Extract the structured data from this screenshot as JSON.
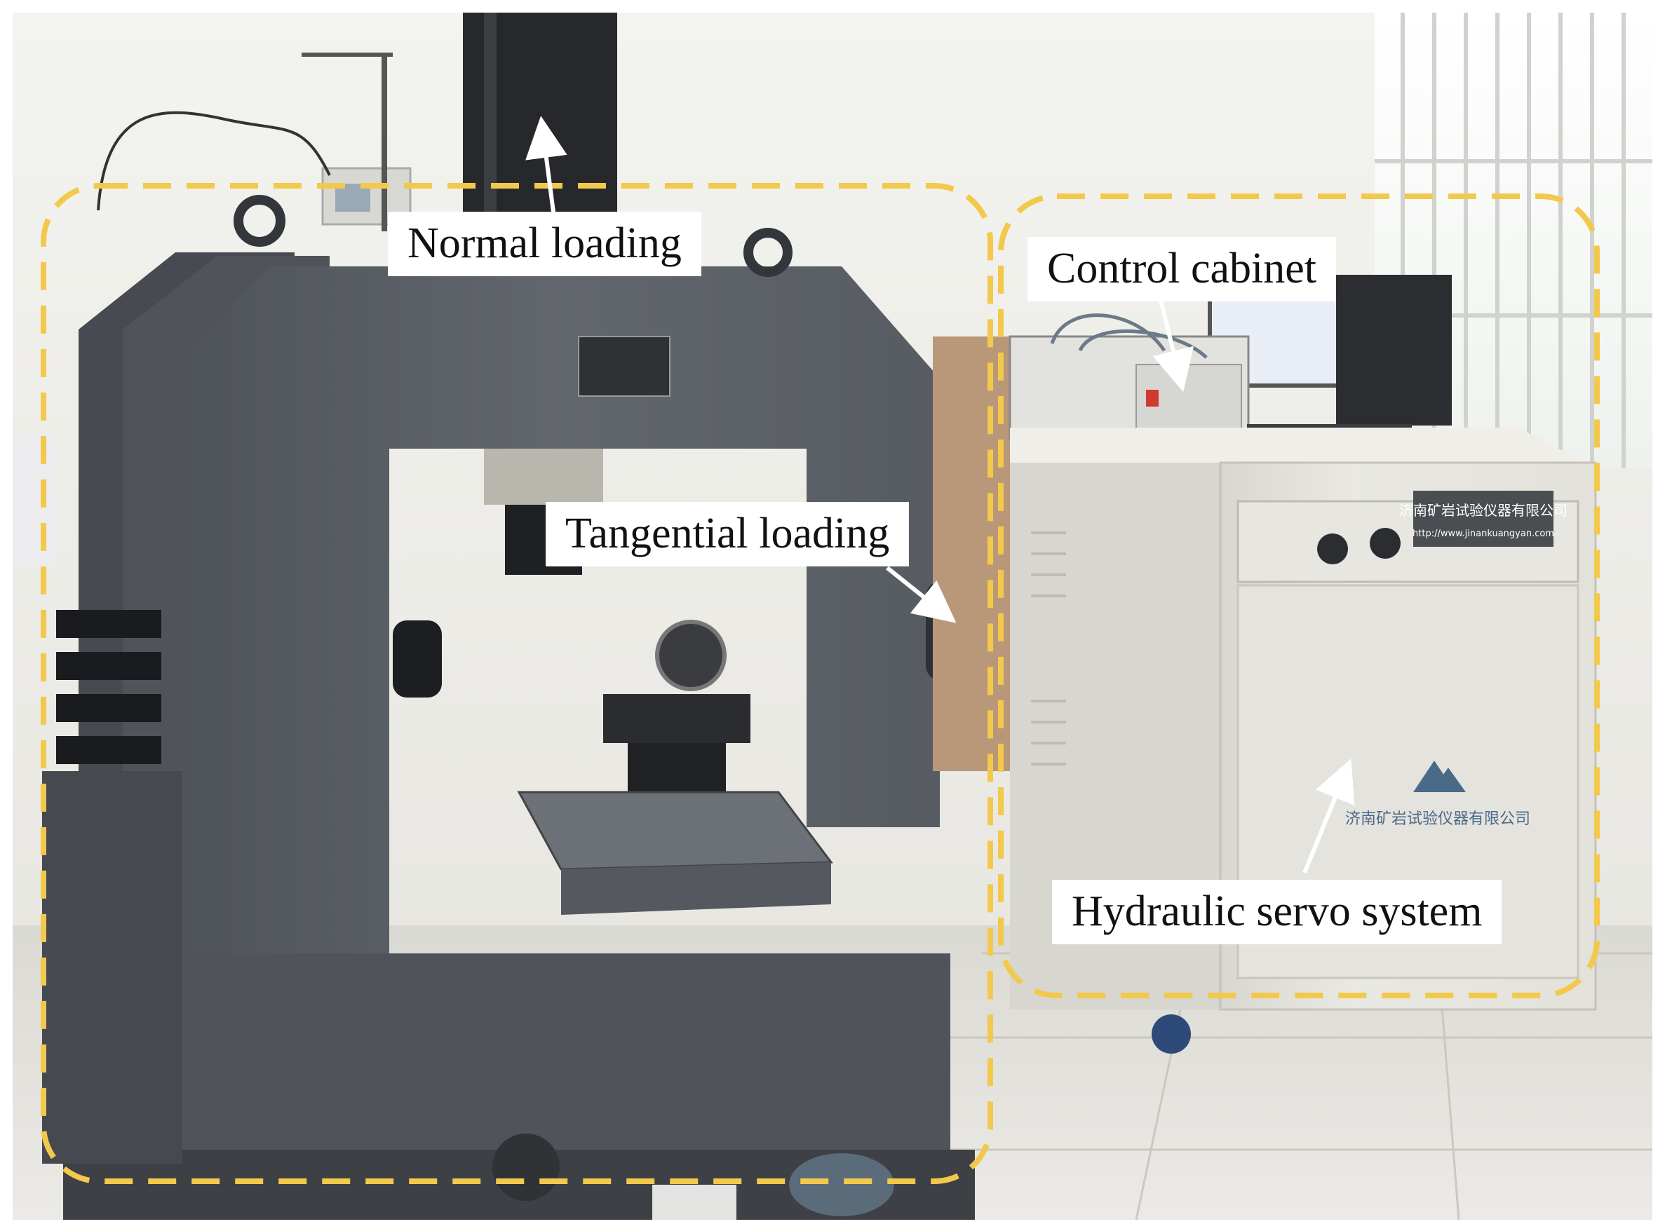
{
  "labels": {
    "normal_loading": "Normal loading",
    "tangential_loading": "Tangential loading",
    "control_cabinet": "Control cabinet",
    "hydraulic_servo_system": "Hydraulic servo system"
  },
  "colors": {
    "dashed_box": "#f2c94c",
    "label_background": "#ffffff",
    "label_text": "#111111",
    "arrow": "#ffffff",
    "machine_frame": "#5d6168",
    "cabinet_body": "#e6e5df",
    "wall": "#eeeeea",
    "floor": "#d9d8d2"
  },
  "cabinet_brand": {
    "logo_name": "company-logo",
    "plate_text": "济南矿岩试验仪器有限公司",
    "plate_url": "http://www.jinankuangyan.com",
    "body_text": "济南矿岩试验仪器有限公司"
  },
  "regions": [
    "testing-machine-region",
    "control-and-hydraulic-region"
  ]
}
